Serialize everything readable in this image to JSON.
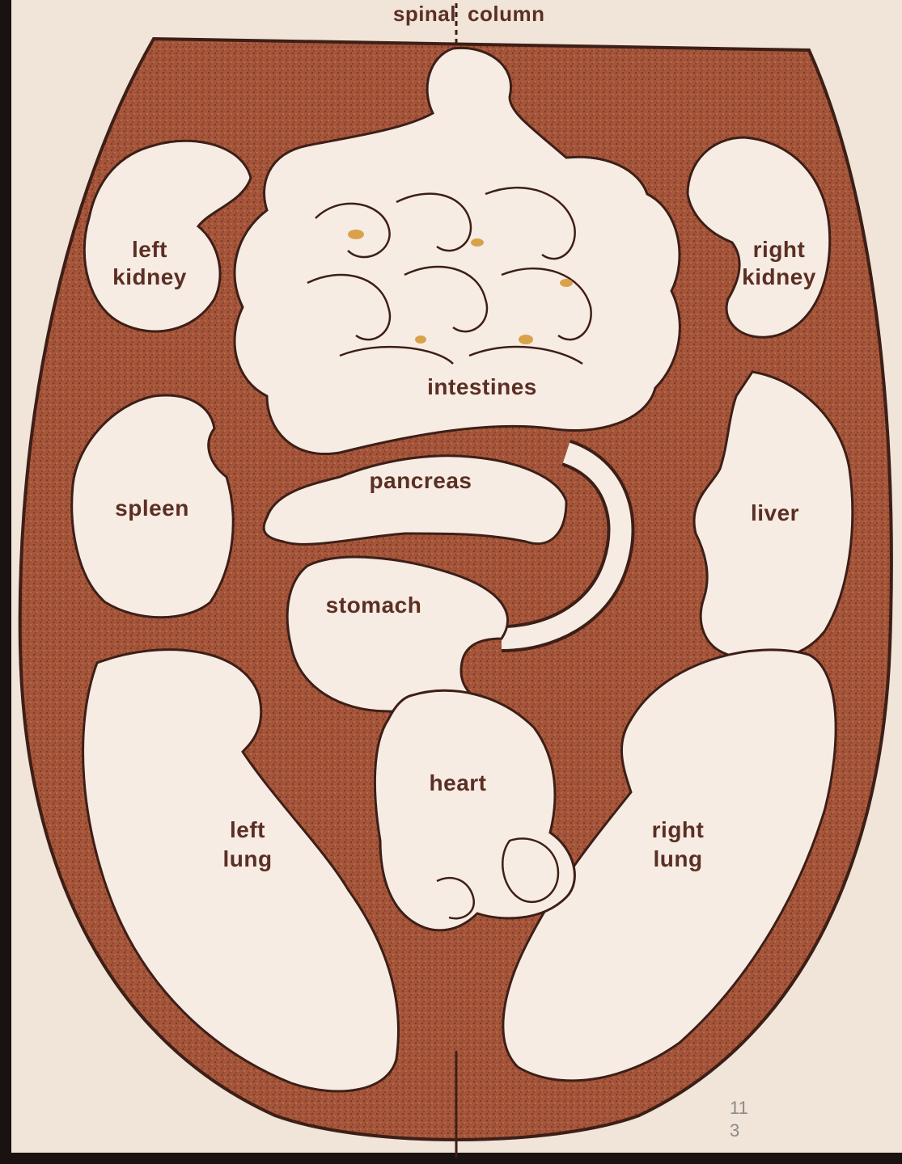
{
  "labels": {
    "spinal_column": [
      "spinal",
      "column"
    ],
    "left_kidney": [
      "left",
      "kidney"
    ],
    "right_kidney": [
      "right",
      "kidney"
    ],
    "intestines": "intestines",
    "pancreas": "pancreas",
    "spleen": "spleen",
    "liver": "liver",
    "stomach": "stomach",
    "heart": "heart",
    "left_lung": [
      "left",
      "lung"
    ],
    "right_lung": [
      "right",
      "lung"
    ]
  },
  "page_number": [
    "11",
    "3"
  ],
  "colors": {
    "paper": "#f1e4d8",
    "cavity": "#a4553a",
    "organ": "#f7ece3",
    "outline": "#3d1f17",
    "text": "#5b2f24",
    "accent": "#d9a24a"
  }
}
